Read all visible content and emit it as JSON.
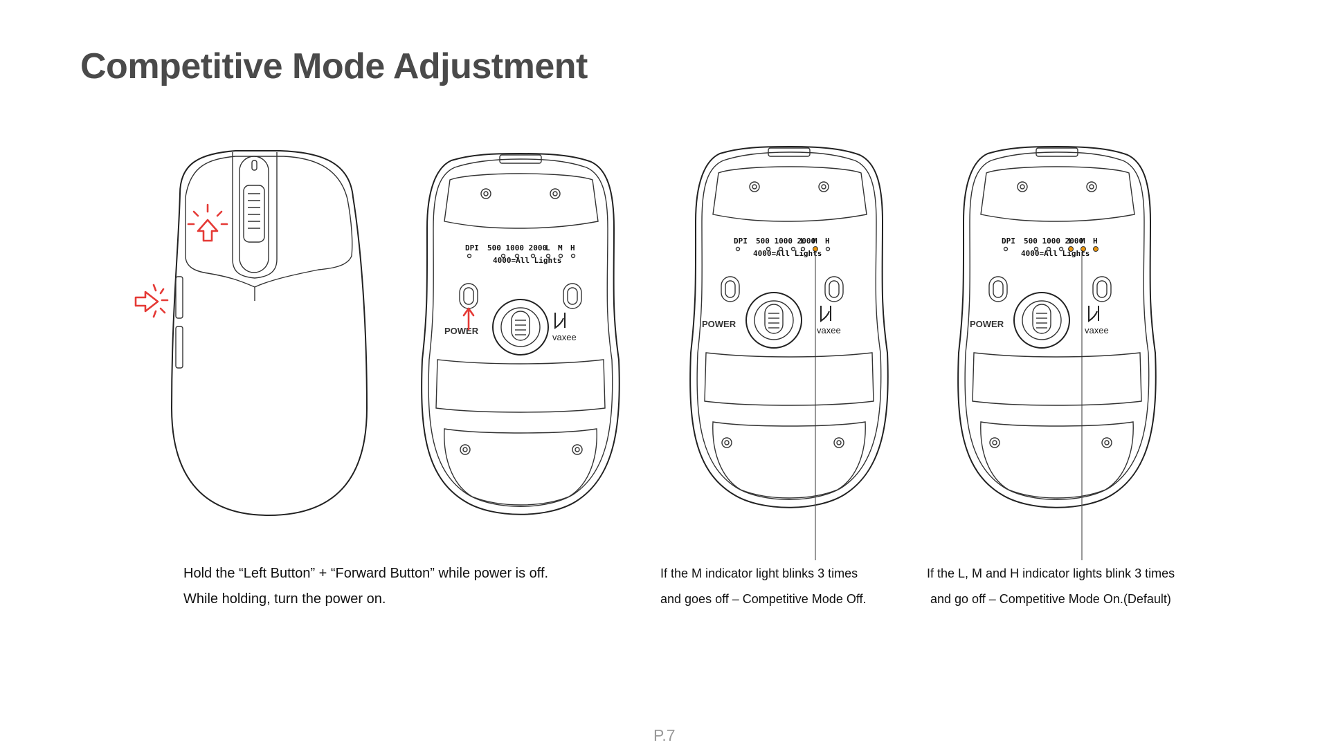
{
  "title": "Competitive Mode Adjustment",
  "captions": {
    "step1": {
      "line1": "Hold the “Left Button” + “Forward Button” while power is off.",
      "line2": "While holding, turn the power on."
    },
    "mode_off": {
      "line1": "If the M indicator light blinks 3 times",
      "line2": "and goes off – Competitive Mode Off."
    },
    "mode_on": {
      "line1": "If the L, M and H indicator lights blink 3 times",
      "line2": "and go off – Competitive Mode On.(Default)"
    }
  },
  "mouse_bottom": {
    "dpi_label": "DPI",
    "dpi_values": "500 1000 2000",
    "l_label": "L",
    "m_label": "M",
    "h_label": "H",
    "all_lights": "4000=All Lights",
    "power_label": "POWER",
    "brand": "vaxee"
  },
  "page_number": "P.7",
  "colors": {
    "highlight_red": "#e53935",
    "indicator_orange": "#e8940c",
    "title_gray": "#4a4a4a"
  },
  "icons": [
    "click-burst-icon",
    "arrow-up-icon",
    "arrow-right-icon",
    "vaxee-logo-icon"
  ]
}
